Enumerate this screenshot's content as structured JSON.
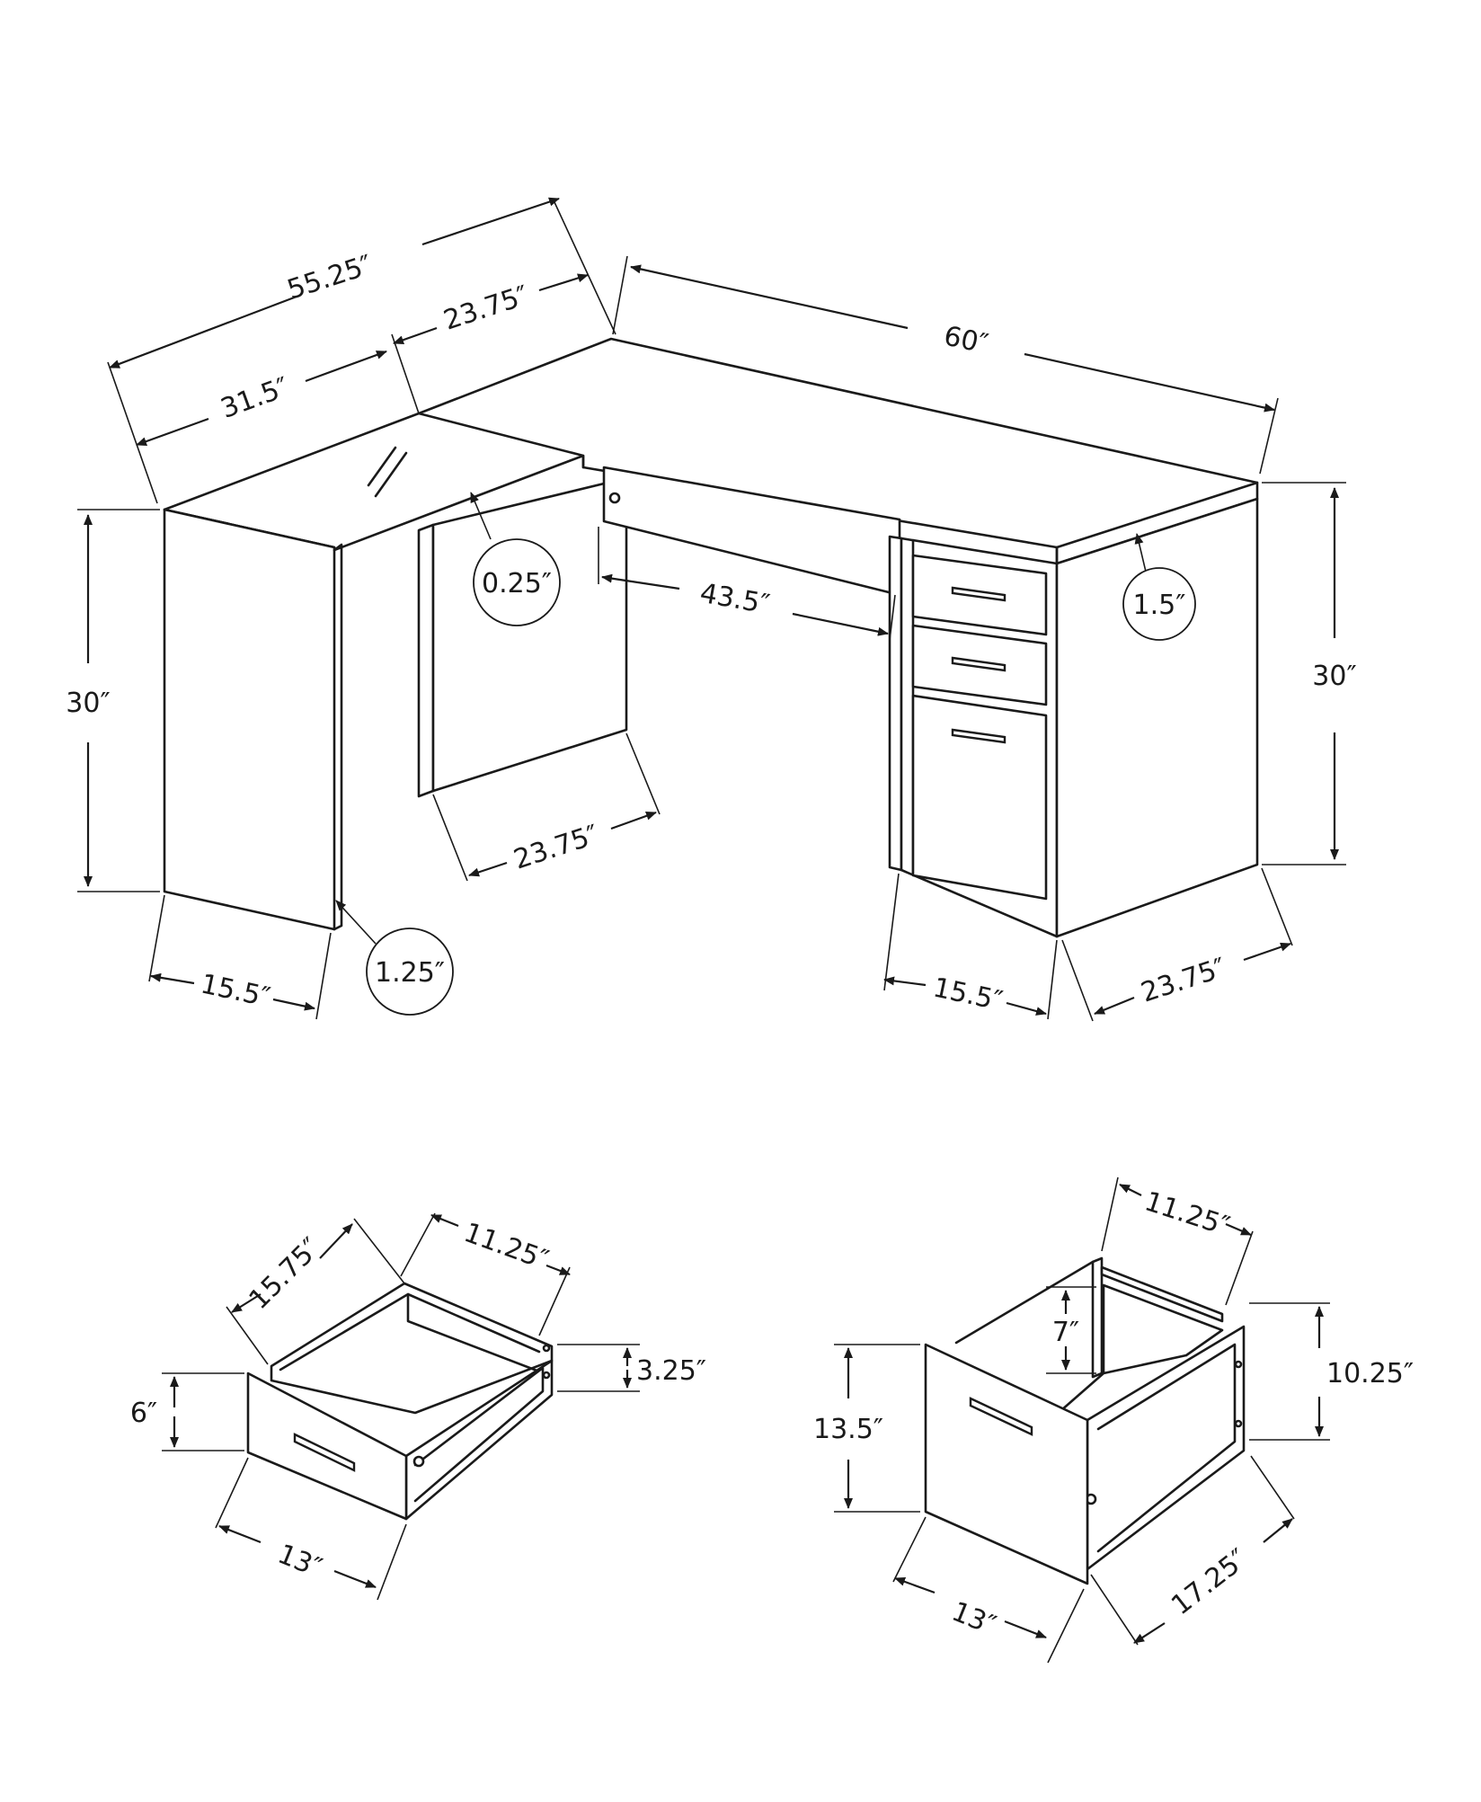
{
  "desk": {
    "total_depth_left": "55.25″",
    "left_return_length": "31.5″",
    "corner_depth": "23.75″",
    "top_width": "60″",
    "left_height": "30″",
    "right_height": "30″",
    "glass_thickness": "0.25″",
    "top_thickness": "1.5″",
    "knee_width": "43.5″",
    "panel_depth": "23.75″",
    "left_leg_width": "15.5″",
    "leg_thickness": "1.25″",
    "pedestal_width": "15.5″",
    "pedestal_depth": "23.75″"
  },
  "small_drawer": {
    "depth": "15.75″",
    "inner_width": "11.25″",
    "box_height": "3.25″",
    "front_height": "6″",
    "front_width": "13″"
  },
  "file_drawer": {
    "inner_width": "11.25″",
    "rail_height": "7″",
    "box_height": "10.25″",
    "front_height": "13.5″",
    "front_width": "13″",
    "depth": "17.25″"
  },
  "colors": {
    "line": "#1a1a1a",
    "background": "#ffffff"
  }
}
